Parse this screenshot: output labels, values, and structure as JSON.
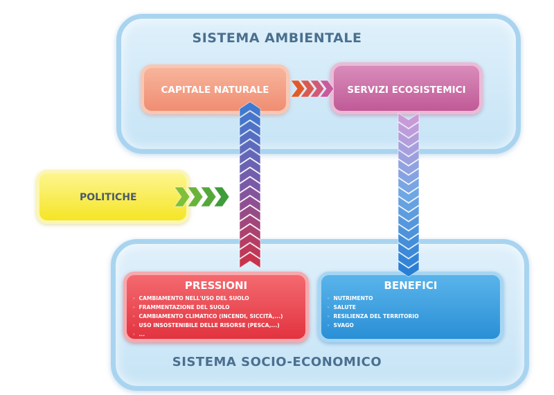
{
  "environmental_system": {
    "title": "SISTEMA AMBIENTALE"
  },
  "socio_economic_system": {
    "title": "SISTEMA SOCIO-ECONOMICO"
  },
  "natural_capital": {
    "label": "CAPITALE NATURALE"
  },
  "ecosystem_services": {
    "label": "SERVIZI ECOSISTEMICI"
  },
  "policies": {
    "label": "POLITICHE"
  },
  "pressures": {
    "label": "PRESSIONI",
    "items": [
      "CAMBIAMENTO NELL'USO DEL SUOLO",
      "FRAMMENTAZIONE DEL SUOLO",
      "CAMBIAMENTO CLIMATICO (INCENDI, SICCITÀ,...)",
      "USO INSOSTENIBILE DELLE RISORSE (PESCA,...)",
      "..."
    ]
  },
  "benefits": {
    "label": "BENEFICI",
    "items": [
      "NUTRIMENTO",
      "SALUTE",
      "RESILIENZA DEL TERRITORIO",
      "SVAGO"
    ]
  },
  "colors": {
    "capital_to_services_arrow": [
      "#e05a2a",
      "#c85a9e"
    ],
    "policies_arrow": [
      "#7fbf3a",
      "#3e9c3a"
    ],
    "pressures_arrow": [
      "#c8334e",
      "#7a5aa8",
      "#3f7ad0"
    ],
    "services_to_benefits_arrow": [
      "#c99ad8",
      "#6fa6e4",
      "#2a7fd4"
    ]
  }
}
